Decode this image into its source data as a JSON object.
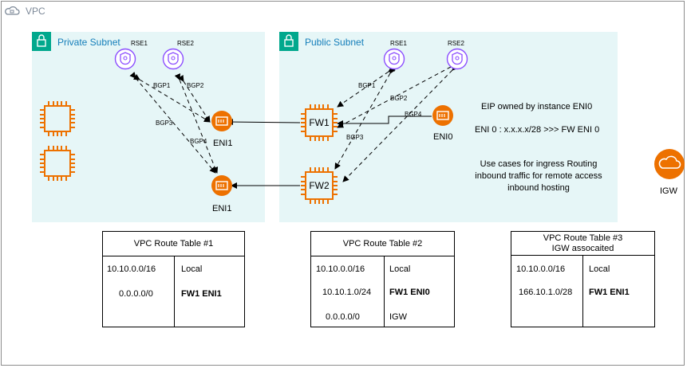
{
  "vpc": {
    "label": "VPC"
  },
  "private_subnet": {
    "title": "Private Subnet"
  },
  "public_subnet": {
    "title": "Public Subnet"
  },
  "rse": {
    "p1": "RSE1",
    "p2": "RSE2",
    "q1": "RSE1",
    "q2": "RSE2"
  },
  "bgp": {
    "left1": "BGP1",
    "left2": "BGP2",
    "left3": "BGP3",
    "left4": "BGP4",
    "right1": "BGP1",
    "right2": "BGP2",
    "right3": "BGP3",
    "right4": "BGP4"
  },
  "firewalls": {
    "fw1": "FW1",
    "fw2": "FW2"
  },
  "enis": {
    "private_top": "ENI1",
    "private_bottom": "ENI1",
    "public": "ENI0"
  },
  "igw": {
    "label": "IGW"
  },
  "notes": {
    "eip": "EIP  owned by instance ENI0",
    "eni": "ENI 0 : x.x.x.x/28  >>> FW ENI 0",
    "use_cases": [
      "Use cases for ingress Routing",
      "inbound traffic for remote access",
      "inbound hosting"
    ]
  },
  "route_tables": [
    {
      "title": "VPC Route Table #1",
      "rows": [
        [
          "10.10.0.0/16",
          "Local"
        ],
        [
          "0.0.0.0/0",
          "FW1 ENI1"
        ]
      ]
    },
    {
      "title": "VPC Route Table #2",
      "rows": [
        [
          "10.10.0.0/16",
          "Local"
        ],
        [
          "10.10.1.0/24",
          "FW1 ENI0"
        ],
        [
          "0.0.0.0/0",
          "IGW"
        ]
      ]
    },
    {
      "title": "VPC Route Table #3",
      "subtitle": "IGW assocaited",
      "rows": [
        [
          "10.10.0.0/16",
          "Local"
        ],
        [
          "166.10.1.0/28",
          "FW1 ENI1"
        ]
      ]
    }
  ],
  "colors": {
    "orange": "#ed7100",
    "purple": "#8c4fff",
    "teal": "#01a88d",
    "subnet_bg": "#e6f6f7",
    "subnet_title": "#147eba",
    "vpc_gray": "#7d8998"
  }
}
